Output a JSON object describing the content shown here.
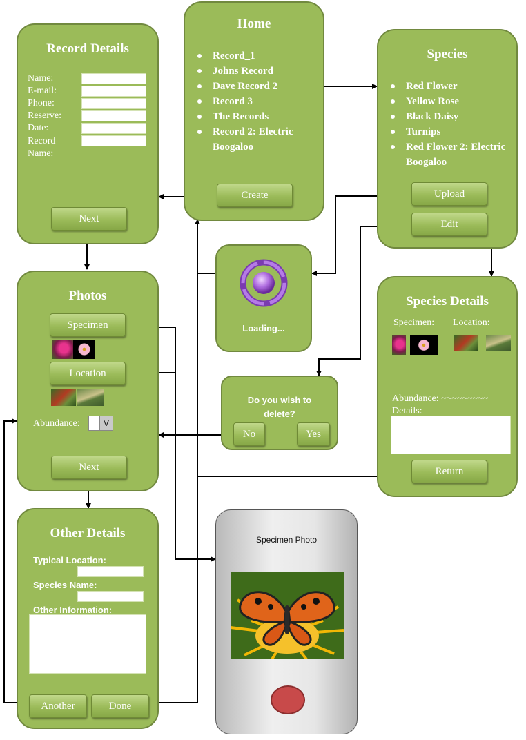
{
  "colors": {
    "panel": "#9bbb59",
    "panel_border": "#71893f",
    "arrow": "#000000",
    "button": "#9bbb59"
  },
  "home": {
    "title": "Home",
    "records": [
      "Record_1",
      "Johns Record",
      "Dave Record 2",
      "Record 3",
      "The Records",
      "Record 2: Electric Boogaloo"
    ],
    "create_label": "Create"
  },
  "record_details": {
    "title": "Record Details",
    "fields": [
      "Name:",
      "E-mail:",
      "Phone:",
      "Reserve:",
      "Date:",
      "Record Name:"
    ],
    "next_label": "Next"
  },
  "species": {
    "title": "Species",
    "items": [
      "Red Flower",
      "Yellow Rose",
      "Black Daisy",
      "Turnips",
      "Red Flower 2: Electric Boogaloo"
    ],
    "upload_label": "Upload",
    "edit_label": "Edit"
  },
  "photos": {
    "title": "Photos",
    "specimen_label": "Specimen",
    "location_label": "Location",
    "abundance_label": "Abundance:",
    "select_glyph": "V",
    "next_label": "Next"
  },
  "loading": {
    "text": "Loading..."
  },
  "species_details": {
    "title": "Species Details",
    "specimen_label": "Specimen:",
    "location_label": "Location:",
    "abundance_label": "Abundance: ~~~~~~~~~",
    "details_label": "Details:",
    "return_label": "Return"
  },
  "delete_dialog": {
    "question": "Do you wish to delete?",
    "no_label": "No",
    "yes_label": "Yes"
  },
  "other_details": {
    "title": "Other Details",
    "typical_location_label": "Typical Location:",
    "species_name_label": "Species Name:",
    "other_info_label": "Other Information:",
    "another_label": "Another",
    "done_label": "Done"
  },
  "specimen_photo": {
    "title": "Specimen Photo"
  }
}
